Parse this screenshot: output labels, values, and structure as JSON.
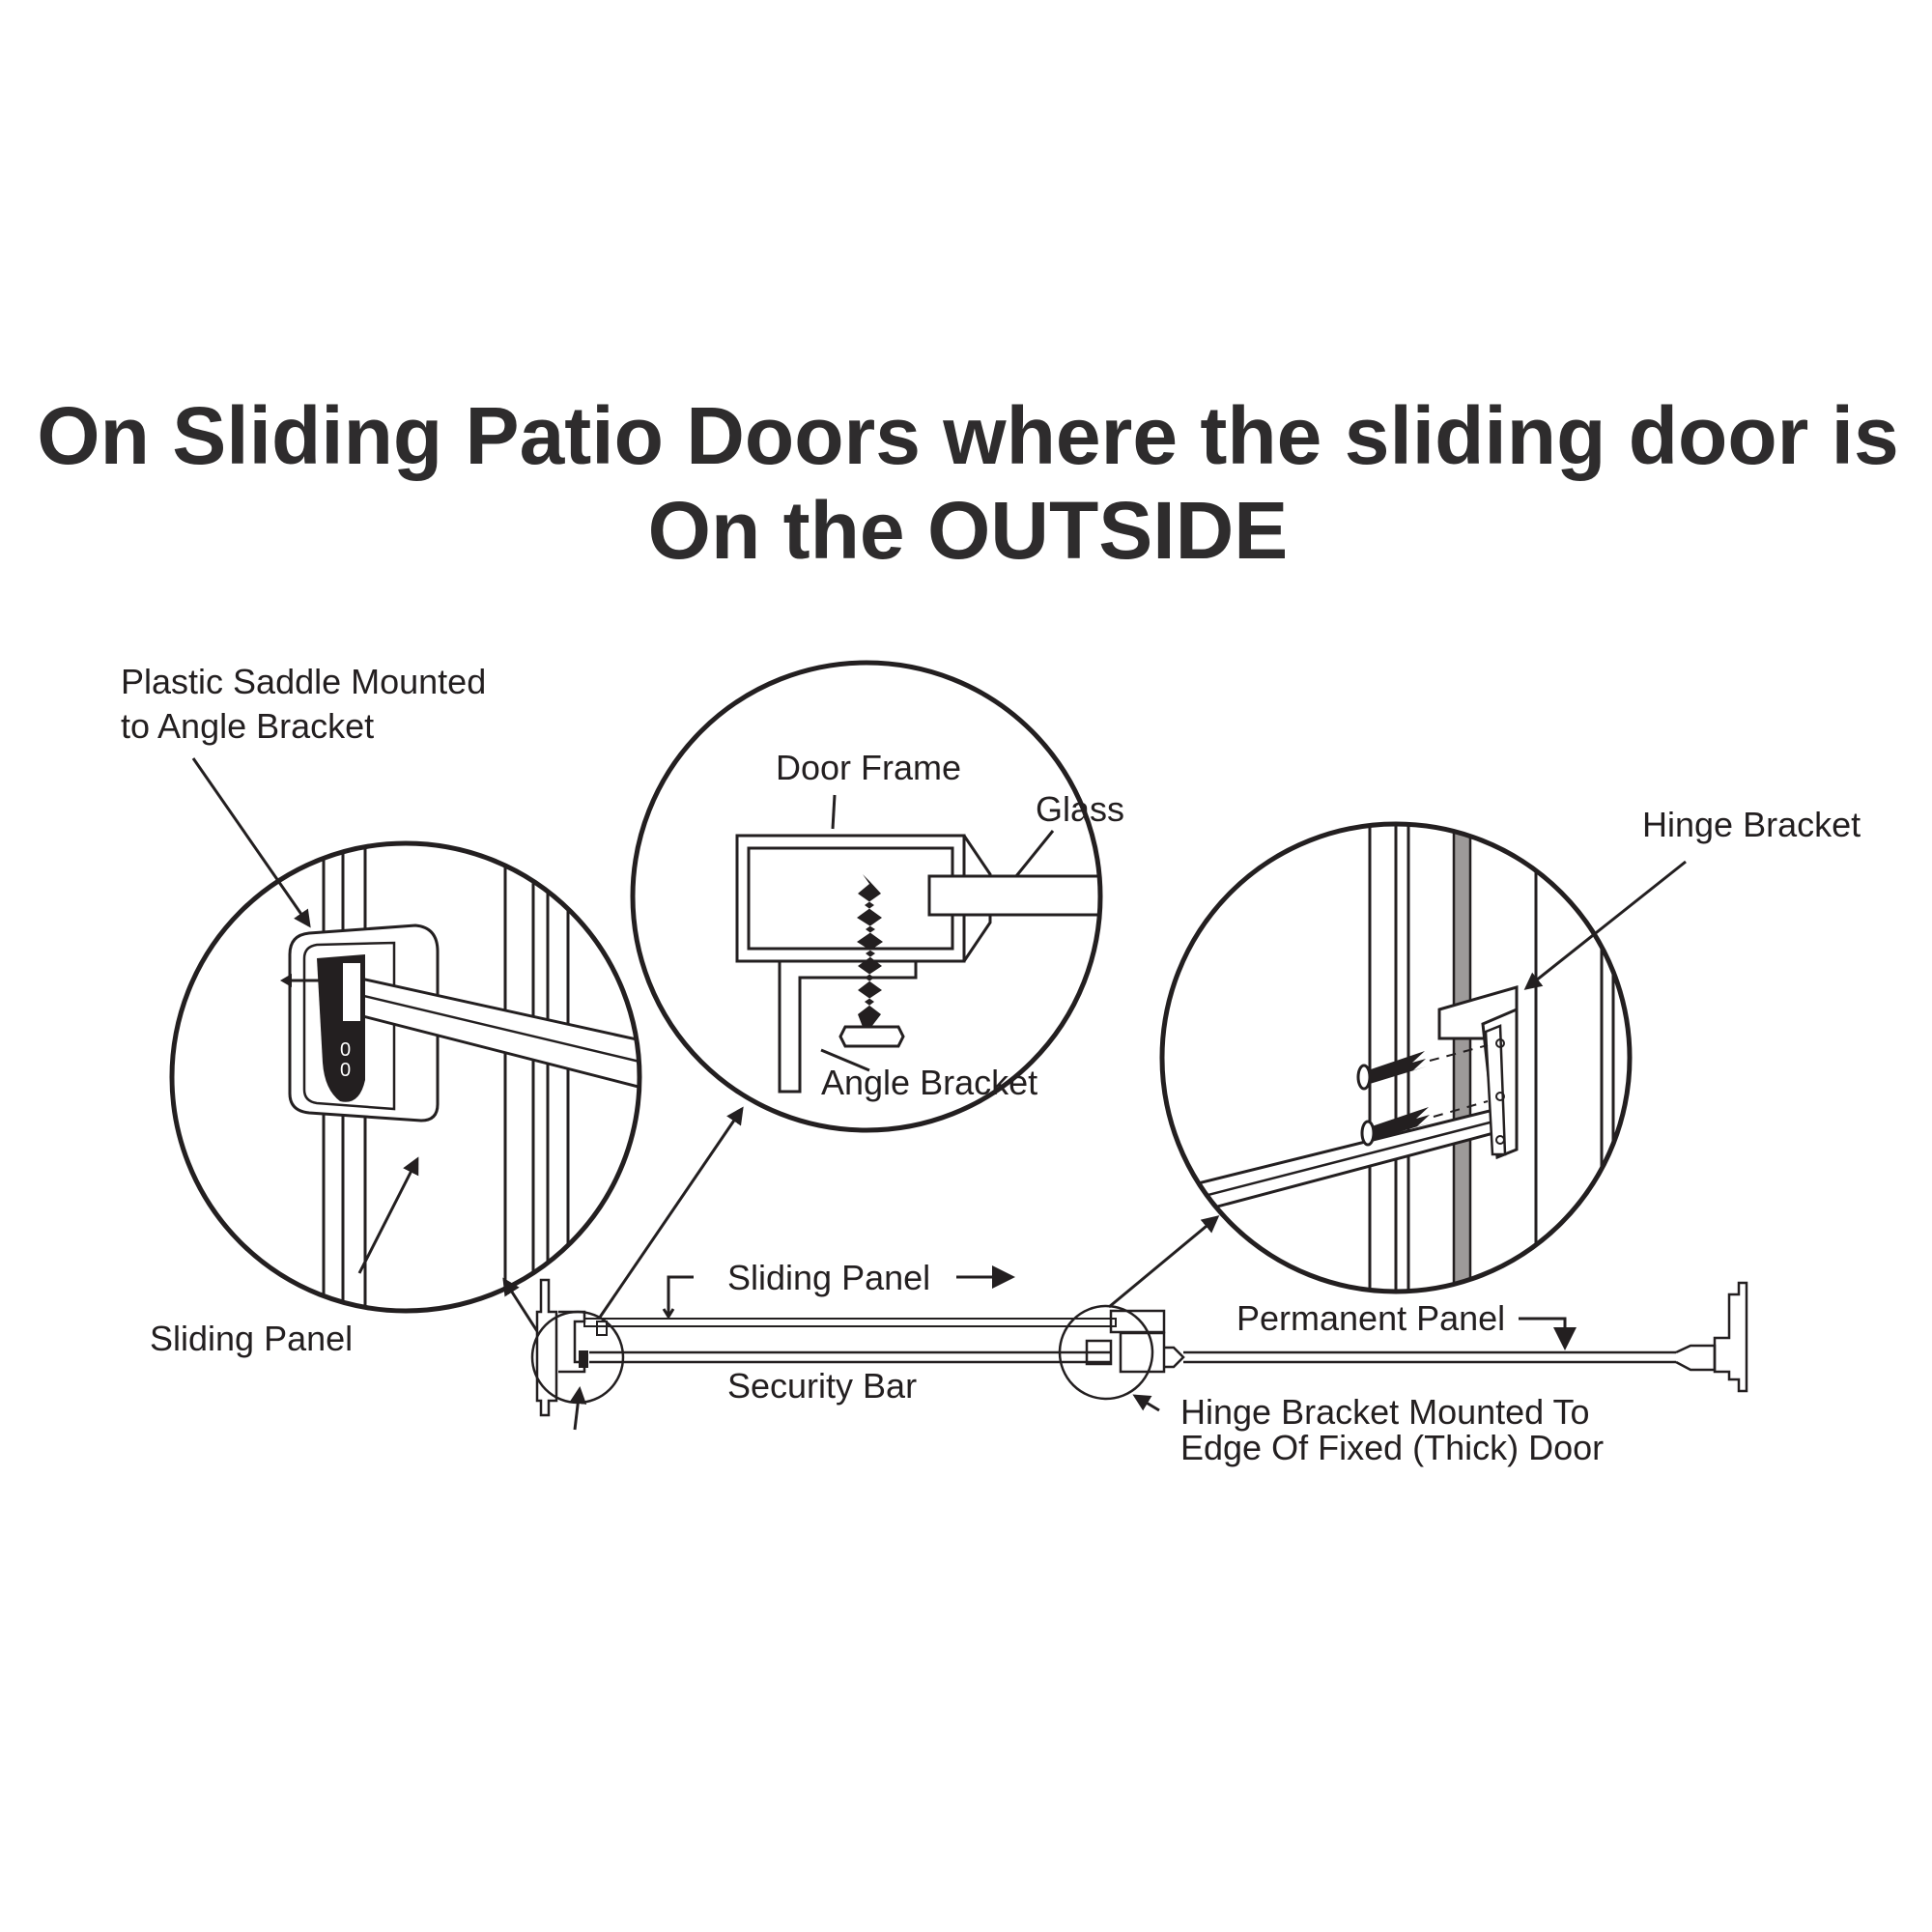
{
  "title": {
    "line1": "On Sliding Patio Doors where the sliding door is",
    "line2": "On the OUTSIDE"
  },
  "labels": {
    "plastic_saddle_line1": "Plastic Saddle Mounted",
    "plastic_saddle_line2": "to Angle Bracket",
    "door_frame": "Door Frame",
    "glass": "Glass",
    "angle_bracket": "Angle Bracket",
    "hinge_bracket": "Hinge Bracket",
    "sliding_panel_left": "Sliding Panel",
    "sliding_panel_top": "Sliding Panel",
    "permanent_panel": "Permanent Panel",
    "security_bar": "Security Bar",
    "hinge_mounted_line1": "Hinge Bracket Mounted To",
    "hinge_mounted_line2": "Edge Of Fixed (Thick) Door"
  }
}
